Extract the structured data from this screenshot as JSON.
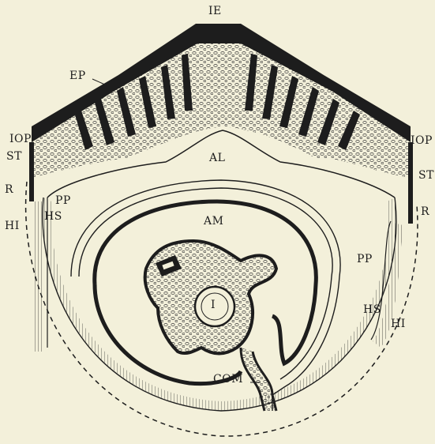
{
  "labels": {
    "ie": "IE",
    "ep": "EP",
    "iop_left": "IOP",
    "iop_right": "IOP",
    "st_left": "ST",
    "st_right": "ST",
    "r_left": "R",
    "r_right": "R",
    "pp_left": "PP",
    "pp_right": "PP",
    "hi_left": "HI",
    "hi_right": "HI",
    "hs_left": "HS",
    "hs_right": "HS",
    "al": "AL",
    "am": "AM",
    "i": "I",
    "com": "COM"
  },
  "colors": {
    "paper": "#f3f0da",
    "ink": "#1d1d1d",
    "tissue_fill": "#e9e5cb"
  }
}
